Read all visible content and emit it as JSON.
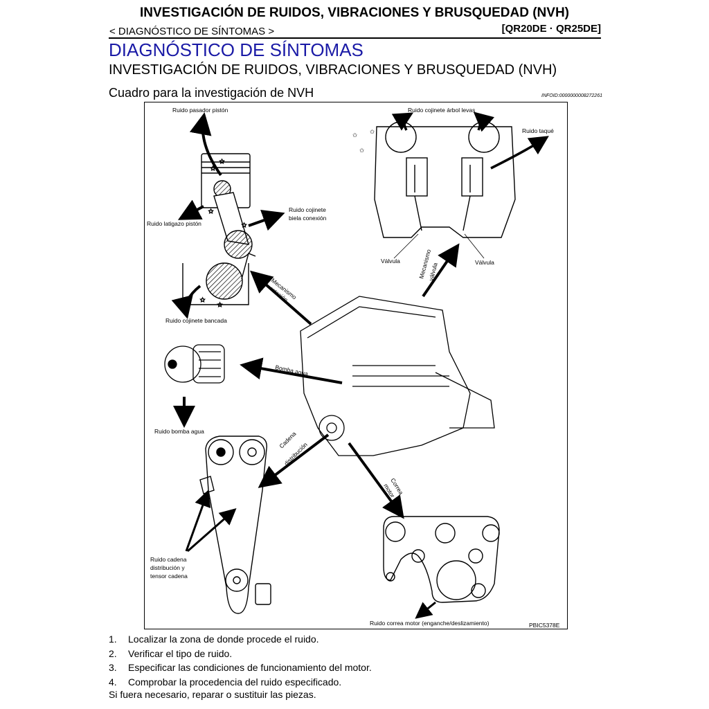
{
  "header": {
    "title": "INVESTIGACIÓN DE RUIDOS, VIBRACIONES Y BRUSQUEDAD (NVH)",
    "breadcrumb": "< DIAGNÓSTICO DE SÍNTOMAS >",
    "model": "[QR20DE · QR25DE]"
  },
  "section_title": "DIAGNÓSTICO DE SÍNTOMAS",
  "subtitle": "INVESTIGACIÓN DE RUIDOS, VIBRACIONES Y BRUSQUEDAD (NVH)",
  "chart_title": "Cuadro para la investigación de NVH",
  "infoid": "INFOID:0000000008272261",
  "figure": {
    "labels": {
      "piston_pin": "Ruido pasador pistón",
      "piston_slap": "Ruido latigazo pistón",
      "conrod_bearing_1": "Ruido cojinete",
      "conrod_bearing_2": "biela conexión",
      "main_bearing": "Ruido cojinete bancada",
      "camshaft_bearing": "Ruido cojinete árbol levas",
      "tappet": "Ruido taqué",
      "valve_left": "Válvula",
      "valve_right": "Válvula",
      "rotation_mech_1": "Mecanismo",
      "rotation_mech_2": "rotación",
      "valve_mech_1": "Mecanismo",
      "valve_mech_2": "válvula",
      "water_pump": "Bomba agua",
      "water_pump_noise": "Ruido bomba agua",
      "timing_chain_1": "Cadena",
      "timing_chain_2": "distribución",
      "drive_belt_1": "Correa",
      "drive_belt_2": "motor",
      "chain_noise_1": "Ruido cadena",
      "chain_noise_2": "distribución y",
      "chain_noise_3": "tensor cadena",
      "belt_noise": "Ruido correa motor (enganche/deslizamiento)",
      "figure_code": "PBIC5378E"
    }
  },
  "steps": [
    {
      "num": "1.",
      "text": "Localizar la zona de donde procede el ruido."
    },
    {
      "num": "2.",
      "text": "Verificar el tipo de ruido."
    },
    {
      "num": "3.",
      "text": "Especificar las condiciones de funcionamiento del motor."
    },
    {
      "num": "4.",
      "text": "Comprobar la procedencia del ruido especificado."
    }
  ],
  "footer_note": "Si fuera necesario, reparar o sustituir las piezas."
}
